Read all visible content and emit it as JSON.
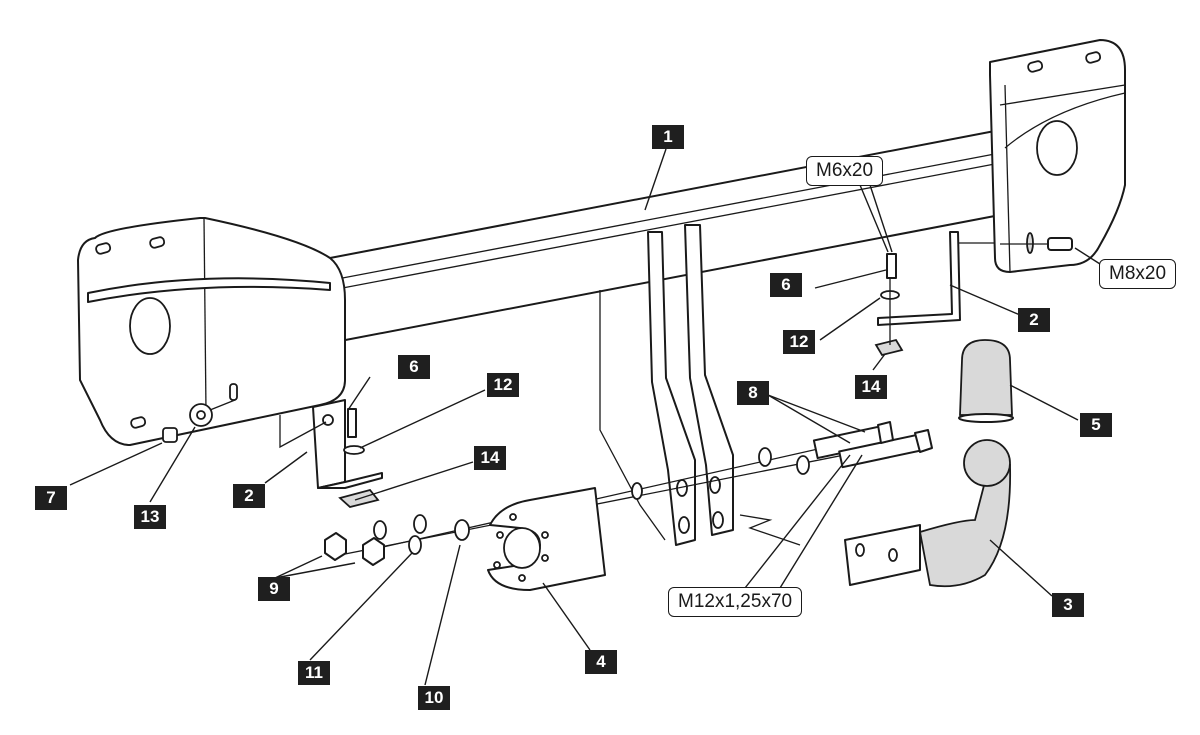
{
  "diagram": {
    "title": "Tow bar exploded assembly diagram",
    "callouts": [
      {
        "id": "c1",
        "label": "1",
        "part": "main crossbar"
      },
      {
        "id": "c2a",
        "label": "2",
        "part": "left bracket"
      },
      {
        "id": "c2b",
        "label": "2",
        "part": "right bracket"
      },
      {
        "id": "c3",
        "label": "3",
        "part": "tow ball neck"
      },
      {
        "id": "c4",
        "label": "4",
        "part": "socket plate"
      },
      {
        "id": "c5",
        "label": "5",
        "part": "ball cap"
      },
      {
        "id": "c6a",
        "label": "6",
        "part": "bolt left"
      },
      {
        "id": "c6b",
        "label": "6",
        "part": "bolt right"
      },
      {
        "id": "c7",
        "label": "7",
        "part": "side bolt"
      },
      {
        "id": "c8",
        "label": "8",
        "part": "main bolts"
      },
      {
        "id": "c9",
        "label": "9",
        "part": "nuts"
      },
      {
        "id": "c10",
        "label": "10",
        "part": "washer"
      },
      {
        "id": "c11",
        "label": "11",
        "part": "spring washer"
      },
      {
        "id": "c12a",
        "label": "12",
        "part": "washer left"
      },
      {
        "id": "c12b",
        "label": "12",
        "part": "washer right"
      },
      {
        "id": "c13",
        "label": "13",
        "part": "large washer"
      },
      {
        "id": "c14a",
        "label": "14",
        "part": "cage nut left"
      },
      {
        "id": "c14b",
        "label": "14",
        "part": "cage nut right"
      }
    ],
    "specs": {
      "m6": "M6x20",
      "m8": "M8x20",
      "m12": "M12x1,25x70"
    }
  }
}
